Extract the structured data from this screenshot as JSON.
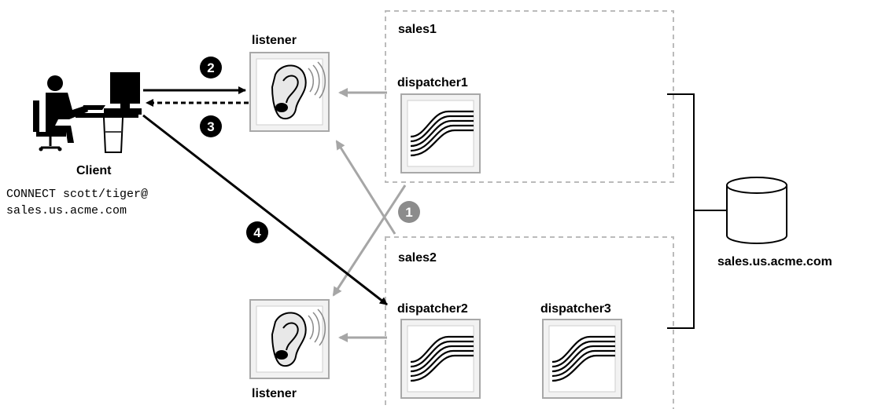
{
  "client": {
    "label": "Client",
    "connect_line1": "CONNECT scott/tiger@",
    "connect_line2": "sales.us.acme.com"
  },
  "listeners": [
    {
      "label": "listener"
    },
    {
      "label": "listener"
    }
  ],
  "instances": [
    {
      "name": "sales1",
      "dispatchers": [
        "dispatcher1"
      ]
    },
    {
      "name": "sales2",
      "dispatchers": [
        "dispatcher2",
        "dispatcher3"
      ]
    }
  ],
  "database": {
    "label": "sales.us.acme.com"
  },
  "steps": [
    "1",
    "2",
    "3",
    "4"
  ],
  "colors": {
    "black": "#000000",
    "gray_arrow": "#a6a6a6",
    "gray_badge": "#8c8c8c",
    "dashed_border": "#bbbbbb"
  }
}
